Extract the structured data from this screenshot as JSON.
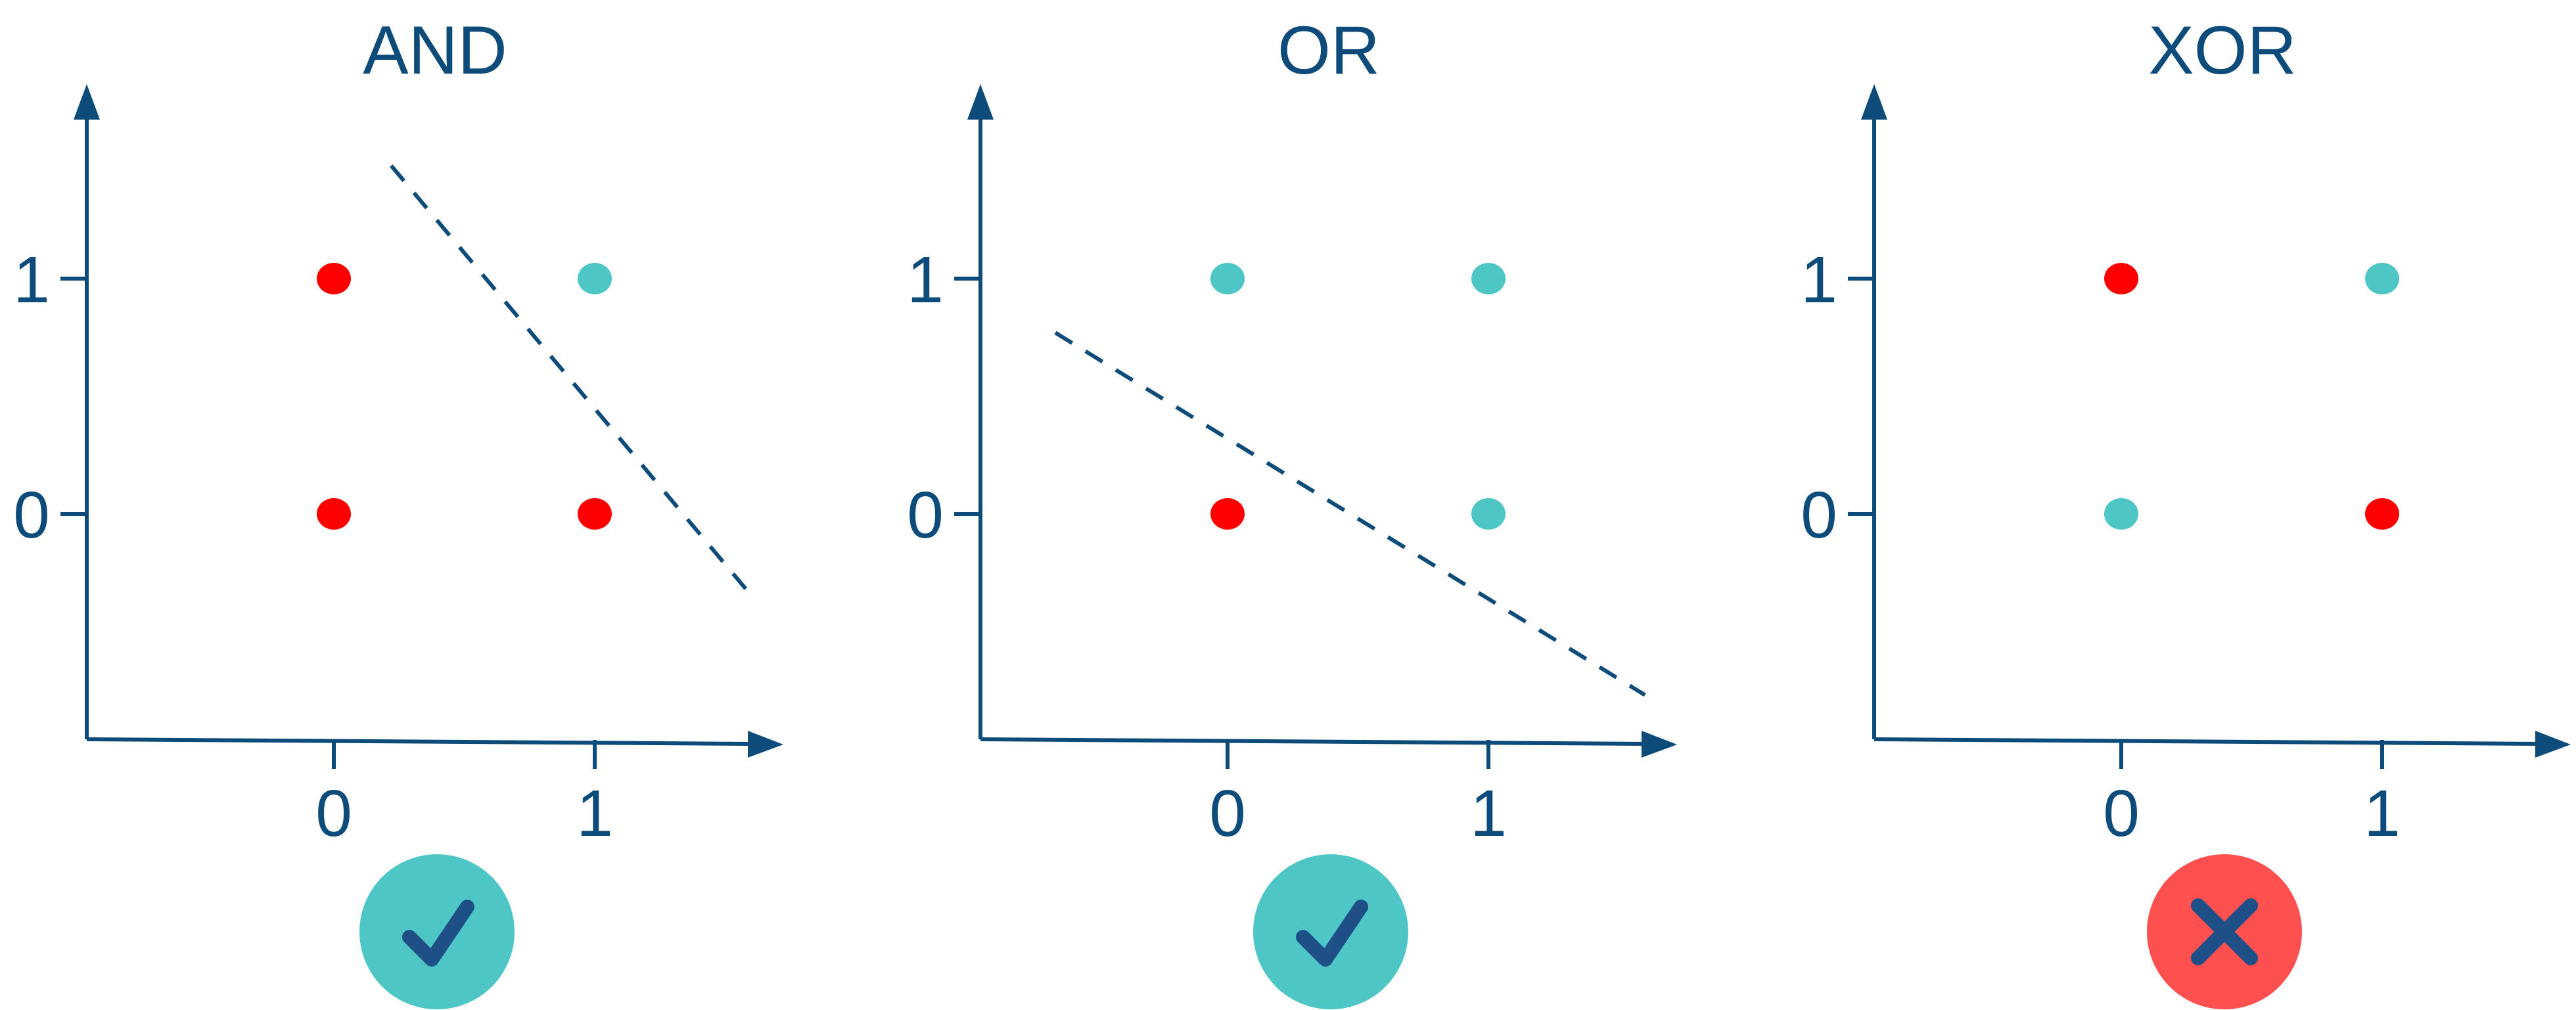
{
  "colors": {
    "axis": "#0d4c7a",
    "class_zero": "#ff0000",
    "class_one": "#4ec6c6",
    "badge_ok": "#4ec6c6",
    "badge_fail": "#ff5050",
    "badge_mark": "#1e4f86"
  },
  "panels": [
    {
      "title": "AND",
      "x_ticks": [
        "0",
        "1"
      ],
      "y_ticks": [
        "0",
        "1"
      ],
      "points": [
        {
          "x": 0,
          "y": 1,
          "class": "class_zero"
        },
        {
          "x": 1,
          "y": 1,
          "class": "class_one"
        },
        {
          "x": 0,
          "y": 0,
          "class": "class_zero"
        },
        {
          "x": 1,
          "y": 0,
          "class": "class_zero"
        }
      ],
      "separator": {
        "from": [
          0.22,
          1.48
        ],
        "to": [
          1.58,
          -0.32
        ]
      },
      "separable": true,
      "badge_icon": "checkmark-icon"
    },
    {
      "title": "OR",
      "x_ticks": [
        "0",
        "1"
      ],
      "y_ticks": [
        "0",
        "1"
      ],
      "points": [
        {
          "x": 0,
          "y": 1,
          "class": "class_one"
        },
        {
          "x": 1,
          "y": 1,
          "class": "class_one"
        },
        {
          "x": 0,
          "y": 0,
          "class": "class_zero"
        },
        {
          "x": 1,
          "y": 0,
          "class": "class_one"
        }
      ],
      "separator": {
        "from": [
          -0.66,
          0.77
        ],
        "to": [
          1.6,
          -0.77
        ]
      },
      "separable": true,
      "badge_icon": "checkmark-icon"
    },
    {
      "title": "XOR",
      "x_ticks": [
        "0",
        "1"
      ],
      "y_ticks": [
        "0",
        "1"
      ],
      "points": [
        {
          "x": 0,
          "y": 1,
          "class": "class_zero"
        },
        {
          "x": 1,
          "y": 1,
          "class": "class_one"
        },
        {
          "x": 0,
          "y": 0,
          "class": "class_one"
        },
        {
          "x": 1,
          "y": 0,
          "class": "class_zero"
        }
      ],
      "separator": null,
      "separable": false,
      "badge_icon": "cross-icon"
    }
  ]
}
